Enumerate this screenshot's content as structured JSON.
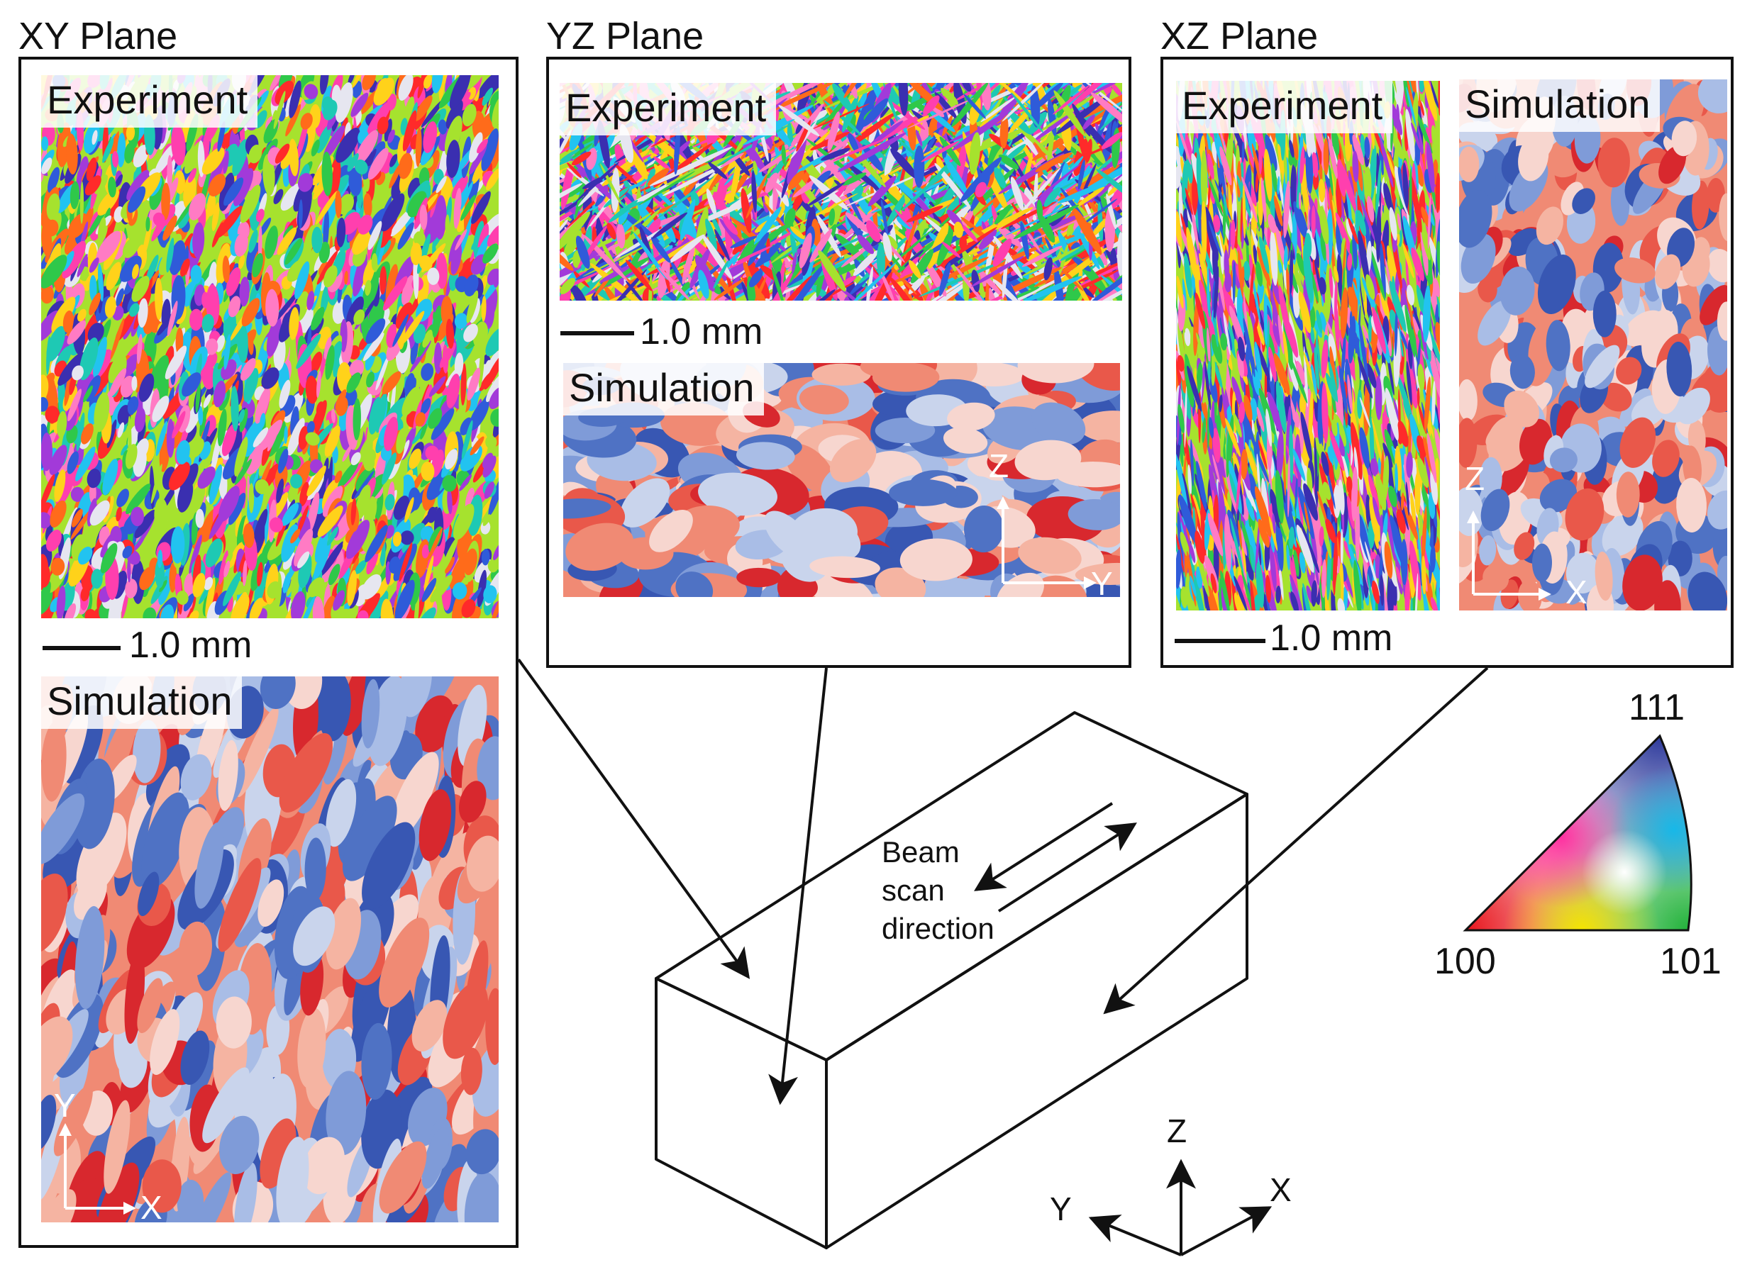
{
  "planes": {
    "xy": {
      "title": "XY Plane",
      "experiment": "Experiment",
      "simulation": "Simulation",
      "scale": "1.0 mm",
      "axes": {
        "vertical": "Y",
        "horizontal": "X"
      }
    },
    "yz": {
      "title": "YZ Plane",
      "experiment": "Experiment",
      "simulation": "Simulation",
      "scale": "1.0 mm",
      "axes": {
        "vertical": "Z",
        "horizontal": "Y"
      }
    },
    "xz": {
      "title": "XZ Plane",
      "experiment": "Experiment",
      "simulation": "Simulation",
      "scale": "1.0 mm",
      "axes": {
        "vertical": "Z",
        "horizontal": "X"
      }
    }
  },
  "beam_label": "Beam\nscan\ndirection",
  "coordinate_axes": {
    "z": "Z",
    "y": "Y",
    "x": "X"
  },
  "ipf_legend": {
    "top": "111",
    "bottom_left": "100",
    "bottom_right": "101",
    "colors": {
      "100": "#e8141c",
      "101": "#22b23a",
      "111": "#2e3a9c"
    }
  },
  "palettes": {
    "experiment": [
      "#ff2a2a",
      "#ff6b1a",
      "#ffd21a",
      "#a6e22e",
      "#2fc84a",
      "#1ec9b4",
      "#22c3f0",
      "#2f5bd9",
      "#3a2fb0",
      "#a23ad9",
      "#ff3fae",
      "#ff7bc4",
      "#e6e6f0"
    ],
    "simulation": [
      "#d8282e",
      "#e9584a",
      "#f08a74",
      "#f5b4a2",
      "#f7d6cf",
      "#c9d4ec",
      "#a9bde6",
      "#7f9bd8",
      "#4f72c4",
      "#3857b3"
    ]
  }
}
